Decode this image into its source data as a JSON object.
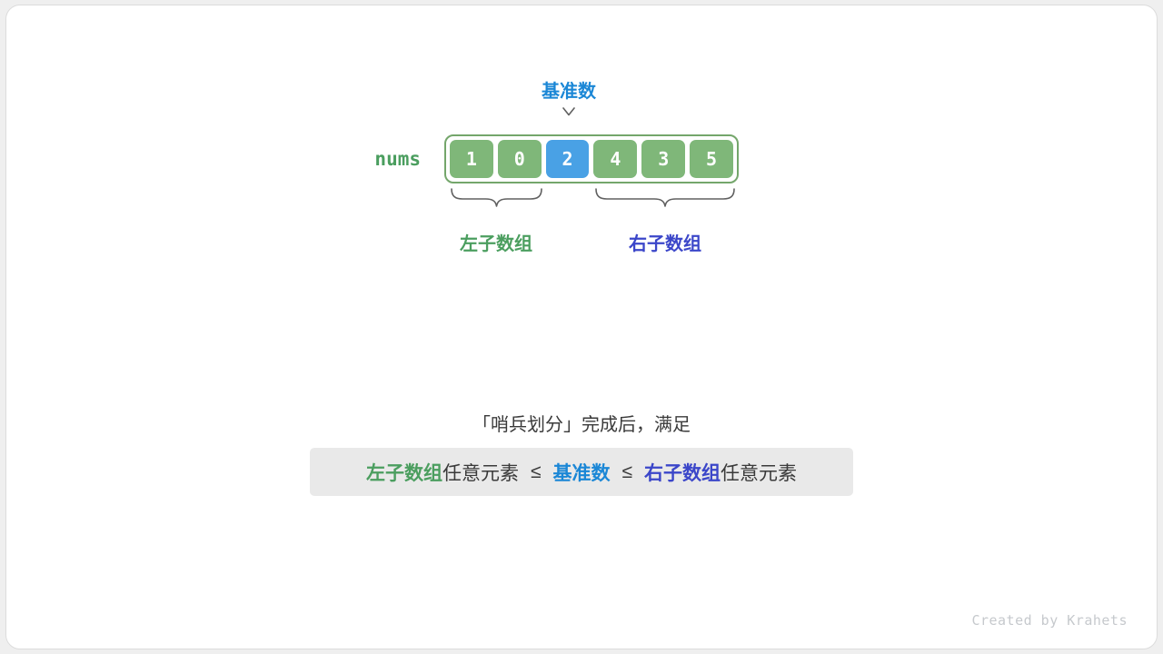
{
  "colors": {
    "page_bg": "#efefef",
    "card_bg": "#ffffff",
    "card_border": "#dcdcdc",
    "green_cell": "#7fb779",
    "blue_cell": "#49a1e5",
    "array_border": "#74a66b",
    "green_text": "#4b9e5f",
    "blue_text": "#1b87d6",
    "indigo_text": "#3b46c9",
    "brace": "#606060",
    "eq_bg": "#e9e9e9",
    "text_dark": "#3a3a3a",
    "credit": "#c6c9cd"
  },
  "diagram": {
    "pivot_label": "基准数",
    "array_label": "nums",
    "cells": [
      {
        "value": "1",
        "type": "green"
      },
      {
        "value": "0",
        "type": "green"
      },
      {
        "value": "2",
        "type": "blue"
      },
      {
        "value": "4",
        "type": "green"
      },
      {
        "value": "3",
        "type": "green"
      },
      {
        "value": "5",
        "type": "green"
      }
    ],
    "left_subarray_label": "左子数组",
    "right_subarray_label": "右子数组"
  },
  "caption": "「哨兵划分」完成后，满足",
  "equation": {
    "segments": [
      {
        "text": "左子数组",
        "style": "green"
      },
      {
        "text": "任意元素",
        "style": "plain"
      },
      {
        "text": "≤",
        "style": "op"
      },
      {
        "text": "基准数",
        "style": "blue"
      },
      {
        "text": "≤",
        "style": "op"
      },
      {
        "text": "右子数组",
        "style": "indigo"
      },
      {
        "text": "任意元素",
        "style": "plain"
      }
    ]
  },
  "credit": "Created by Krahets"
}
